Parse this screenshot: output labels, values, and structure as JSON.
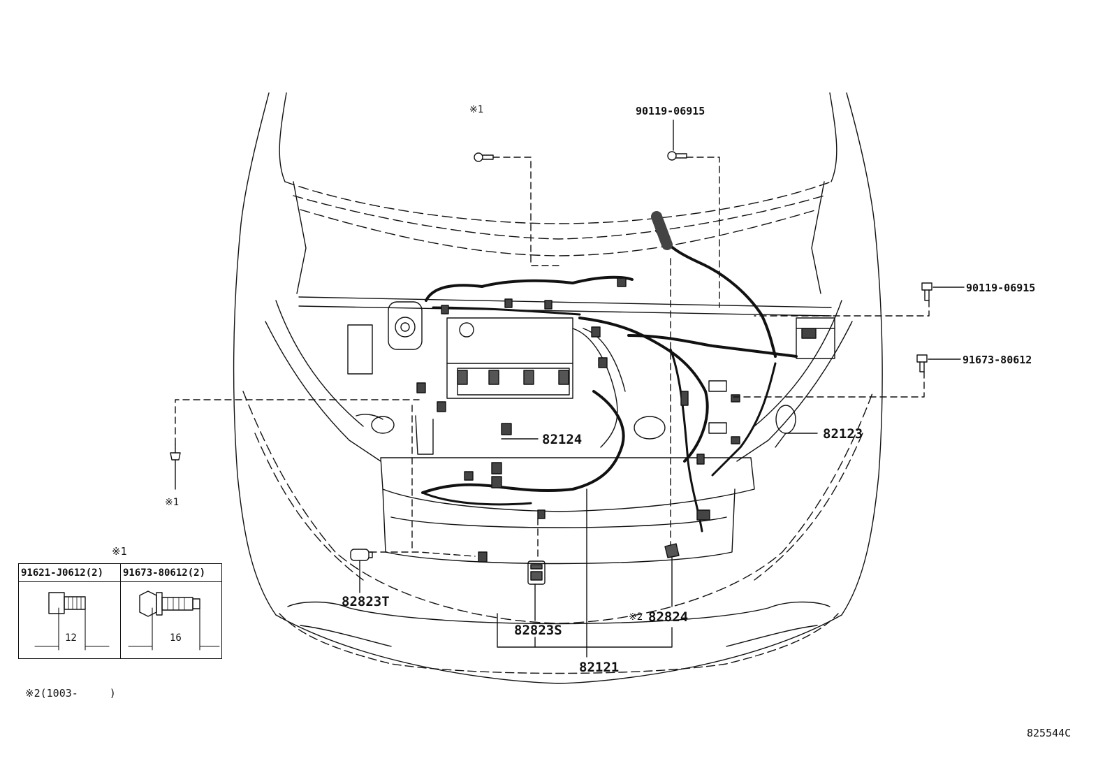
{
  "diagram": {
    "part_labels": {
      "clip_note_top": "※1",
      "bolt_top": "90119-06915",
      "bolt_right": "90119-06915",
      "bolt_right_lower": "91673-80612",
      "clip_note_left": "※1",
      "harness_82124": "82124",
      "harness_82123": "82123",
      "connector_82823T": "82823T",
      "connector_82823S": "82823S",
      "note2_prefix": "※2",
      "connector_82824": "82824",
      "harness_82121": "82121"
    },
    "legend": {
      "note_mark": "※1",
      "col1_part": "91621-J0612(2)",
      "col1_length": "12",
      "col2_part": "91673-80612(2)",
      "col2_length": "16"
    },
    "footnote": "※2(1003-　　　)",
    "illustration_number": "825544C"
  }
}
